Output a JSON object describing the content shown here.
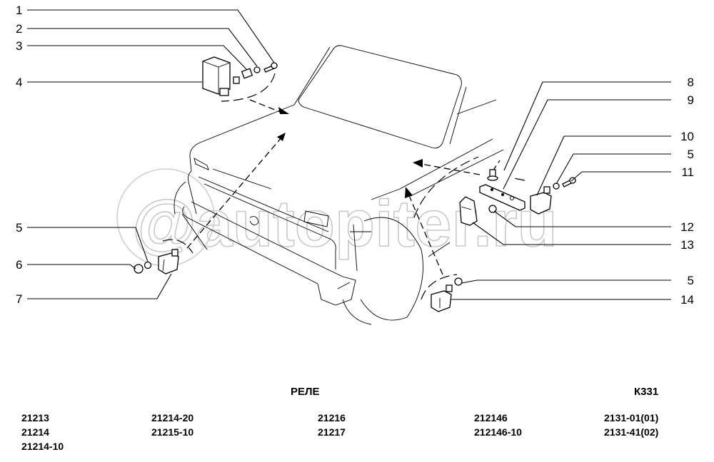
{
  "watermark": "@autopiter.ru",
  "callouts": {
    "left": [
      {
        "num": "1",
        "part": "bolt"
      },
      {
        "num": "2",
        "part": "washer"
      },
      {
        "num": "3",
        "part": "clip"
      },
      {
        "num": "4",
        "part": "relay-box"
      },
      {
        "num": "5",
        "part": "washer"
      },
      {
        "num": "6",
        "part": "nut"
      },
      {
        "num": "7",
        "part": "relay"
      }
    ],
    "right": [
      {
        "num": "8",
        "part": "stud"
      },
      {
        "num": "9",
        "part": "bracket"
      },
      {
        "num": "10",
        "part": "relay"
      },
      {
        "num": "5",
        "part": "washer"
      },
      {
        "num": "11",
        "part": "bolt"
      },
      {
        "num": "12",
        "part": "nut"
      },
      {
        "num": "13",
        "part": "relay-box"
      },
      {
        "num": "5",
        "part": "washer"
      },
      {
        "num": "14",
        "part": "relay"
      }
    ]
  },
  "footer": {
    "title": "РЕЛЕ",
    "code": "К331",
    "model_columns": [
      [
        "21213",
        "21214",
        "21214-10"
      ],
      [
        "21214-20",
        "21215-10"
      ],
      [
        "21216",
        "21217"
      ],
      [
        "212146",
        "212146-10"
      ],
      [
        "2131-01(01)",
        "2131-41(02)"
      ]
    ]
  }
}
